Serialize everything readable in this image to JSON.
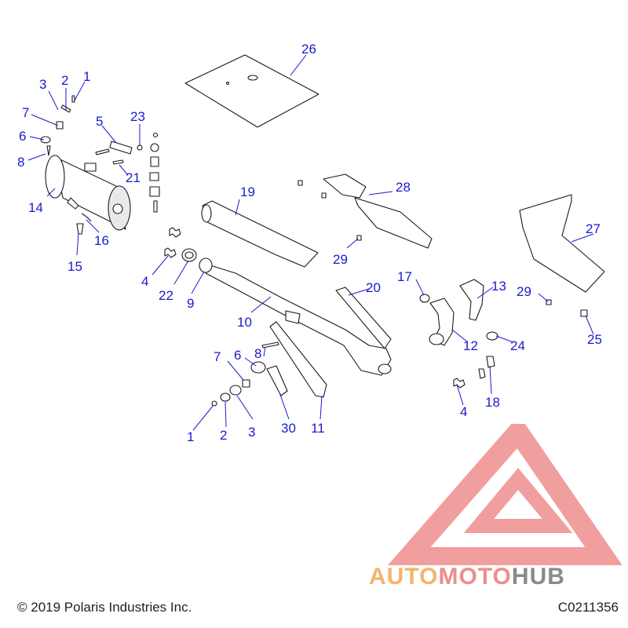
{
  "footer": {
    "copyright": "© 2019 Polaris Industries Inc.",
    "diagram_code": "C0211356"
  },
  "watermark": {
    "brand_part1": "AUTO",
    "brand_part2": "MOTO",
    "brand_part3": "HUB",
    "colors": {
      "auto": "#f2b56b",
      "moto": "#ee8d8d",
      "hub": "#8a8a8a",
      "logo": "#ee8d8d"
    }
  },
  "accent_color": "#1a1ad0",
  "callouts": {
    "c1a": "1",
    "c2a": "2",
    "c3a": "3",
    "c7a": "7",
    "c6a": "6",
    "c8a": "8",
    "c5": "5",
    "c23": "23",
    "c21": "21",
    "c14": "14",
    "c16": "16",
    "c15": "15",
    "c26": "26",
    "c19": "19",
    "c28": "28",
    "c27": "27",
    "c29a": "29",
    "c29b": "29",
    "c4a": "4",
    "c22": "22",
    "c9": "9",
    "c10": "10",
    "c20": "20",
    "c17": "17",
    "c13": "13",
    "c12": "12",
    "c24": "24",
    "c25": "25",
    "c18": "18",
    "c4b": "4",
    "c7b": "7",
    "c6b": "6",
    "c8b": "8",
    "c1b": "1",
    "c2b": "2",
    "c3b": "3",
    "c30": "30",
    "c11": "11"
  }
}
